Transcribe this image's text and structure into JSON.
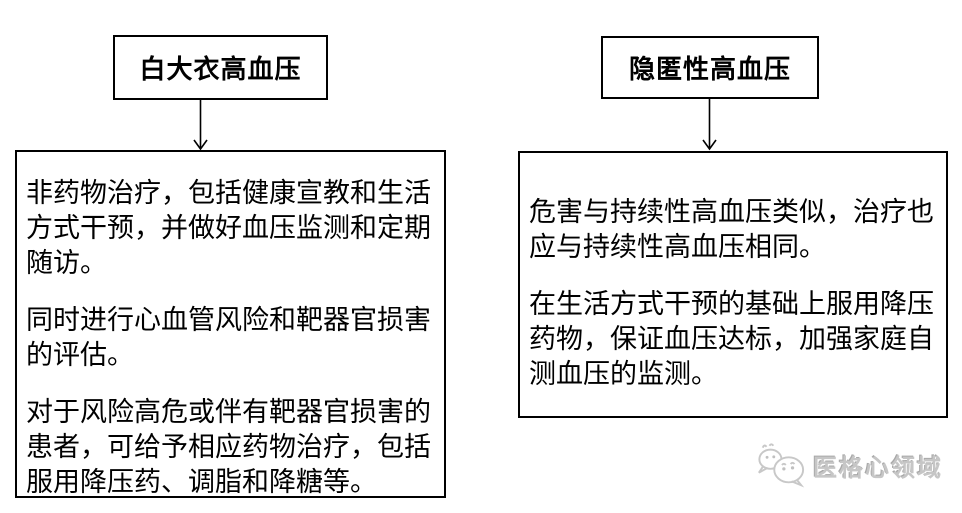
{
  "left_flow": {
    "header": "白大衣高血压",
    "paragraphs": [
      {
        "lines": [
          "非药物治疗，包括健康宣教和生活",
          "方式干预，并做好血压监测和定期",
          "随访。"
        ]
      },
      {
        "lines": [
          "同时进行心血管风险和靶器官损害",
          "的评估。"
        ]
      },
      {
        "lines": [
          "对于风险高危或伴有靶器官损害的",
          "患者，可给予相应药物治疗，包括",
          "服用降压药、调脂和降糖等。"
        ]
      }
    ]
  },
  "right_flow": {
    "header": "隐匿性高血压",
    "paragraphs": [
      {
        "lines": [
          "危害与持续性高血压类似，治疗也",
          "应与持续性高血压相同。"
        ]
      },
      {
        "lines": [
          "在生活方式干预的基础上服用降压",
          "药物，保证血压达标，加强家庭自",
          "测血压的监测。"
        ]
      }
    ]
  },
  "watermark": {
    "label": "医格心领域",
    "icon": "wechat-bubbles-icon",
    "text_color": "#c6c6c6"
  },
  "colors": {
    "border": "#000000",
    "text": "#000000",
    "background": "#ffffff"
  }
}
